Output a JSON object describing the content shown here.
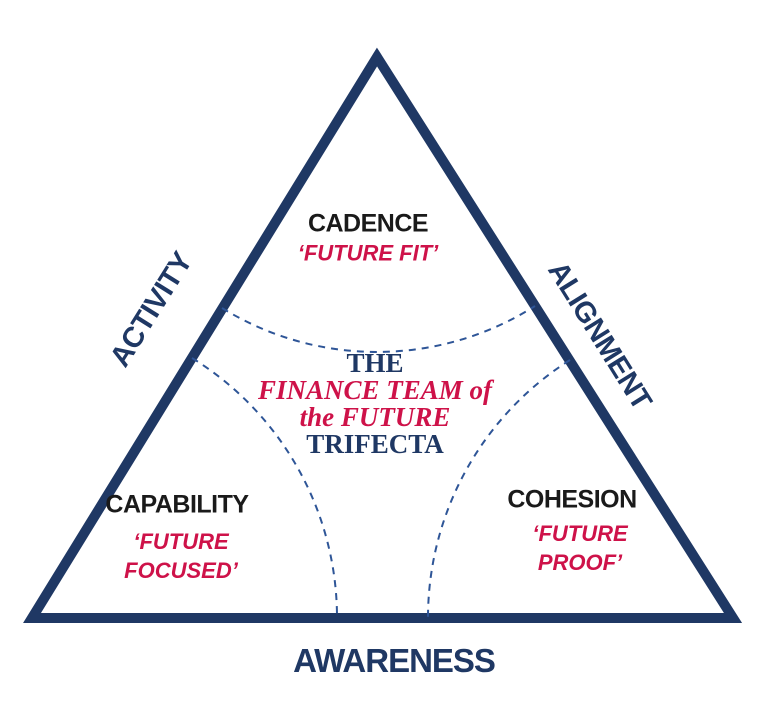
{
  "diagram": {
    "title": "The Finance Team of the Future Trifecta",
    "colors": {
      "navy": "#1f3864",
      "crimson": "#ce1249",
      "black": "#1a1a1a",
      "dash_blue": "#2e5597",
      "background": "#ffffff"
    },
    "edges": {
      "left": {
        "label": "ACTIVITY"
      },
      "right": {
        "label": "ALIGNMENT"
      },
      "bottom": {
        "label": "AWARENESS"
      }
    },
    "corners": {
      "top": {
        "label": "CADENCE",
        "sublabel": "‘FUTURE FIT’"
      },
      "bottom_left": {
        "label": "CAPABILITY",
        "sublabel_line1": "‘FUTURE",
        "sublabel_line2": "FOCUSED’"
      },
      "bottom_right": {
        "label": "COHESION",
        "sublabel_line1": "‘FUTURE",
        "sublabel_line2": "PROOF’"
      }
    },
    "center": {
      "line1": "THE",
      "line2": "FINANCE TEAM of",
      "line3": "the FUTURE",
      "line4": "TRIFECTA"
    }
  }
}
